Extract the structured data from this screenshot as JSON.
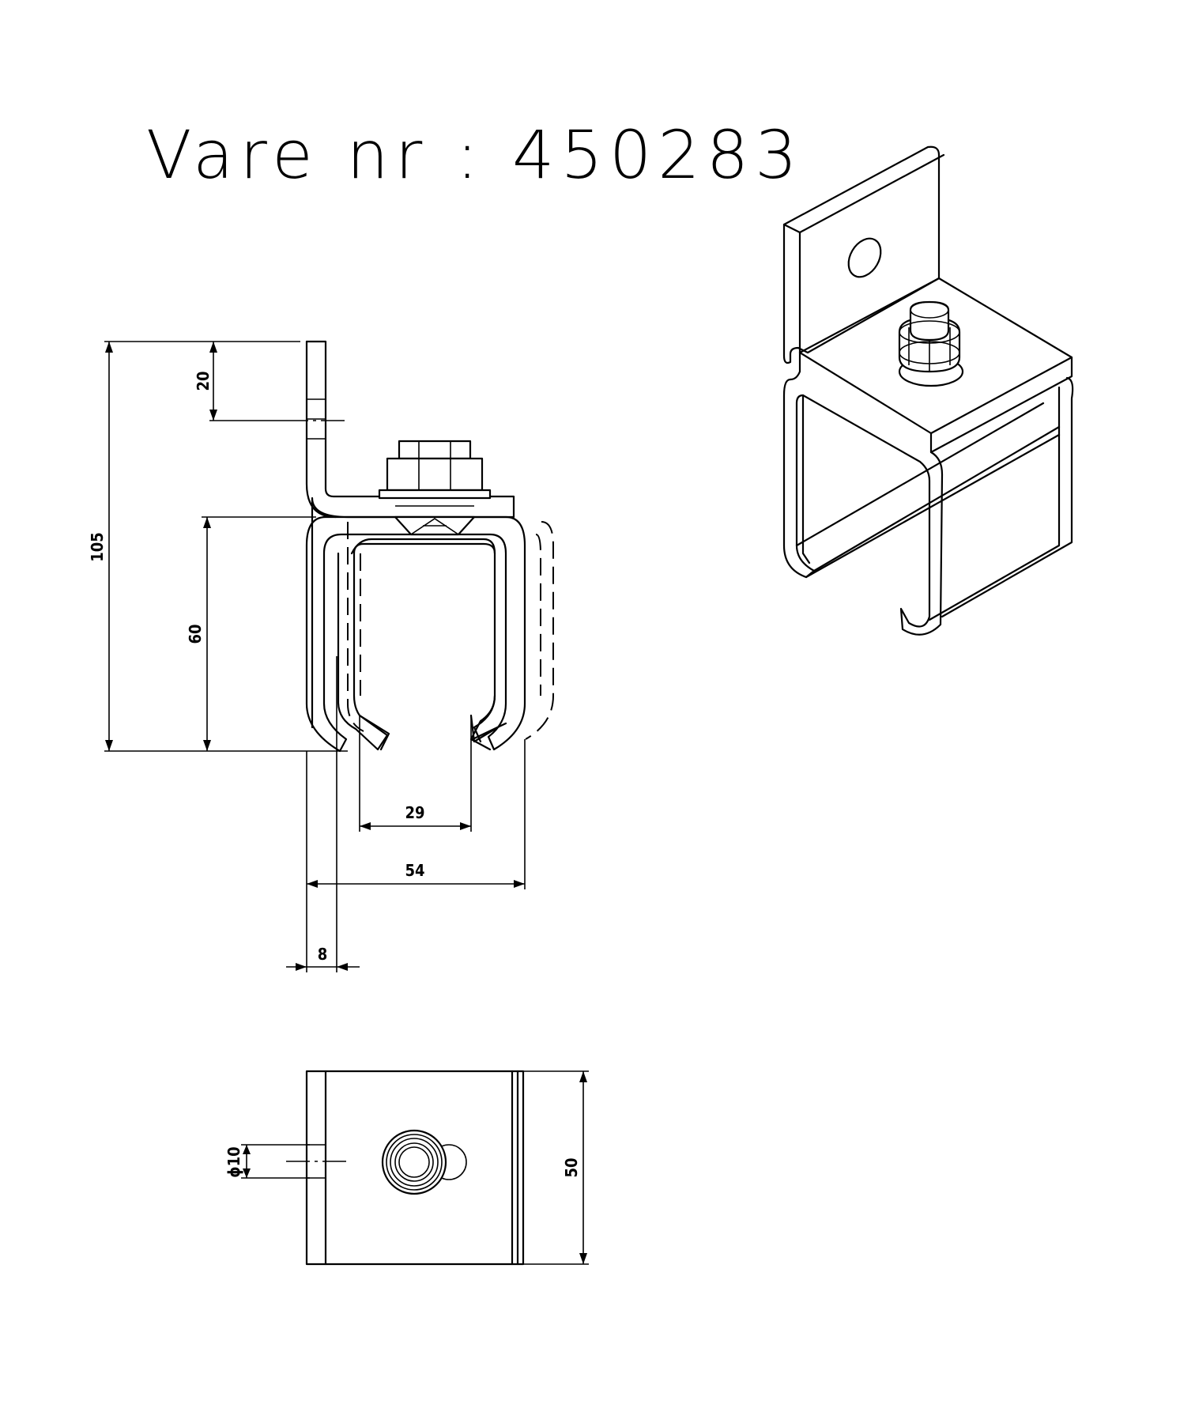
{
  "title": "Vare nr : 450283",
  "dimensions": {
    "total_height": "105",
    "flange_height": "20",
    "channel_height": "60",
    "slot_width": "29",
    "channel_width": "54",
    "plate_thickness": "8",
    "hole_diameter": "ϕ10",
    "depth": "50"
  },
  "colors": {
    "line": "#000000",
    "background": "#ffffff"
  }
}
